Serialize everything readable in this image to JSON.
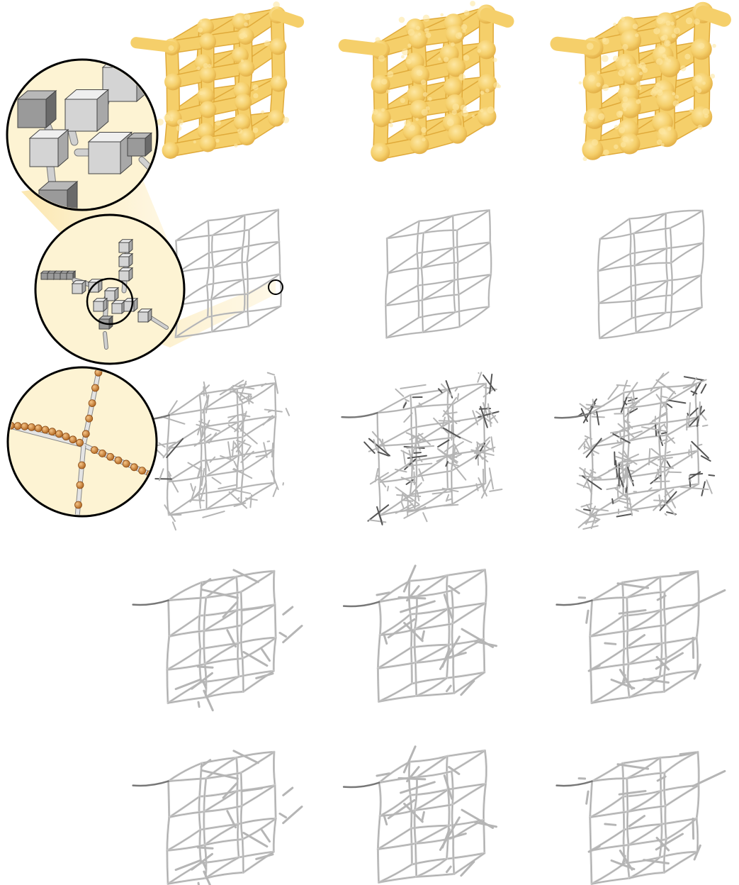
{
  "figure": {
    "columns": 3,
    "rows": [
      {
        "kind": "surface-mesh"
      },
      {
        "kind": "curve-skeleton-voxel"
      },
      {
        "kind": "skeleton-noisy-branches"
      },
      {
        "kind": "skeleton-with-branches"
      },
      {
        "kind": "skeleton-with-branches"
      }
    ]
  },
  "colors": {
    "surface_fill": "#f5cf6a",
    "surface_shadow": "#e0aa3a",
    "surface_highlight": "#fde7a3",
    "skeleton_stroke": "#c8c8c8",
    "skeleton_dark": "#555555",
    "inset_fill": "#fdf3d3",
    "inset_border": "#000000",
    "cone_fill": "#fbe9b4",
    "voxel_light": "#d4d4d4",
    "voxel_dark": "#6a6a6a",
    "node_orange": "#d8893a"
  },
  "insets": [
    {
      "content": "voxel-cubes-closeup"
    },
    {
      "content": "voxel-skeleton-zoom"
    },
    {
      "content": "graph-nodes-edges-closeup"
    }
  ]
}
